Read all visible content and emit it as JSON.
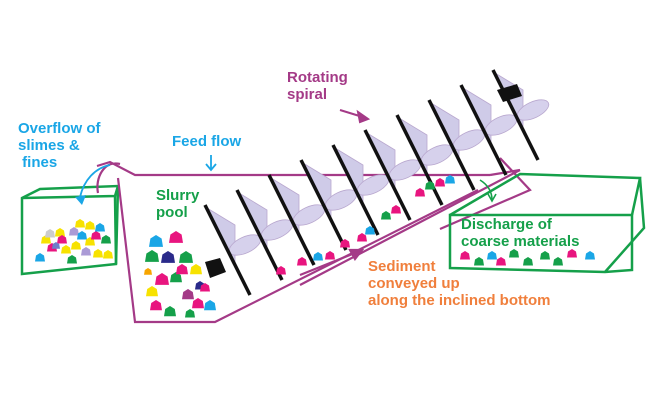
{
  "diagram": {
    "title": "Spiral classifier",
    "labels": {
      "overflow": "Overflow of\nslimes &\n fines",
      "feed": "Feed flow",
      "rotating": "Rotating\nspiral",
      "slurry": "Slurry\npool",
      "discharge": "Discharge of\ncoarse materials",
      "sediment": "Sediment\nconveyed up\nalong the inclined bottom"
    },
    "colors": {
      "blue_text": "#1aa6e6",
      "green": "#15a04a",
      "purple": "#a43a87",
      "orange": "#f07f3c",
      "spiral_fill": "#cfcbe8",
      "blade": "#111111"
    }
  }
}
